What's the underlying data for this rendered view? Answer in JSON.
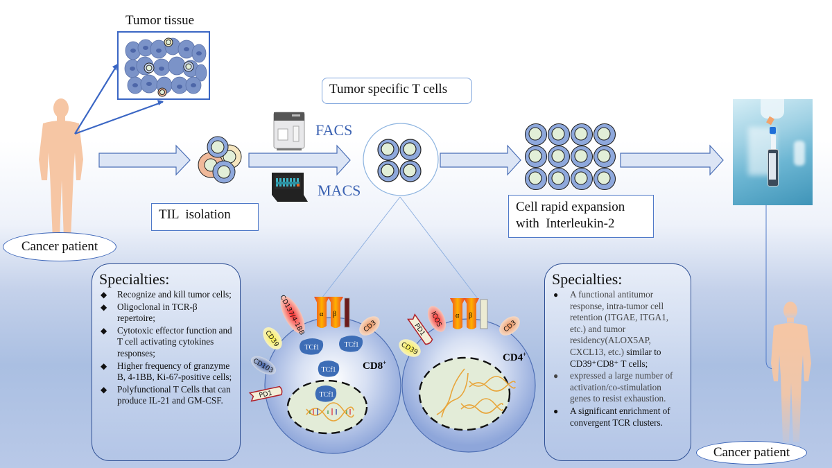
{
  "title": "TIL isolation and expansion workflow for tumor-specific T cells",
  "patient_left": {
    "label": "Cancer patient",
    "icon": "human-silhouette-icon"
  },
  "tumor_tissue": {
    "label": "Tumor tissue",
    "icon": "tumor-cells-icon"
  },
  "til_isolation": {
    "label": "TIL  isolation"
  },
  "sorting": {
    "facs_label": "FACS",
    "macs_label": "MACS",
    "facs_icon": "flow-cytometer-icon",
    "macs_icon": "magnetic-separator-icon"
  },
  "tumor_specific": {
    "label": "Tumor specific T cells"
  },
  "expansion": {
    "line1": "Cell rapid expansion",
    "line2": "with  Interleukin-2"
  },
  "infusion": {
    "icon": "iv-infusion-bag-icon"
  },
  "patient_right": {
    "label": "Cancer patient",
    "icon": "human-silhouette-icon"
  },
  "cd8_cell": {
    "label": "CD8",
    "superscript": "+",
    "tcr_alpha": "α",
    "tcr_beta": "β",
    "markers": [
      "CD137/4-1BB",
      "CD39",
      "CD103",
      "PD1",
      "CD3"
    ],
    "tcf_labels": [
      "TCf1",
      "TCf1",
      "TCf1",
      "TCf1"
    ]
  },
  "cd4_cell": {
    "label": "CD4",
    "superscript": "+",
    "tcr_alpha": "α",
    "tcr_beta": "β",
    "markers": [
      "ICOS",
      "PD1",
      "CD39",
      "CD3"
    ]
  },
  "specialties_left": {
    "title": "Specialties:",
    "bullet": "◆",
    "items": [
      "Recognize and kill tumor cells;",
      "Oligoclonal in TCR-β repertoire;",
      "Cytotoxic effector function and T cell activating cytokines responses;",
      "Higher frequency of granzyme B, 4-1BB, Ki-67-positive cells;",
      "Polyfunctional T Cells that can produce IL-21 and GM-CSF."
    ]
  },
  "specialties_right": {
    "title": "Specialties:",
    "bullet": "●",
    "items": [
      {
        "text_grey": "A functional antitumor response, intra-tumor cell retention (ITGAE, ITGA1, etc.) and tumor residency(ALOX5AP, CXCL13, etc.)",
        "text_dark": " similar to CD39⁺CD8⁺ T cells;"
      },
      {
        "text_grey": "expressed a large number of activation/co-stimulation genes to resist exhaustion.",
        "text_dark": ""
      },
      {
        "text_grey": "",
        "text_dark": "A significant enrichment of convergent TCR clusters."
      }
    ]
  },
  "colors": {
    "accent_blue": "#3b62b2",
    "skin": "#f6c6a4",
    "arrow_fill": "#dce5f5",
    "cell_blue": "#8ea8dc"
  }
}
